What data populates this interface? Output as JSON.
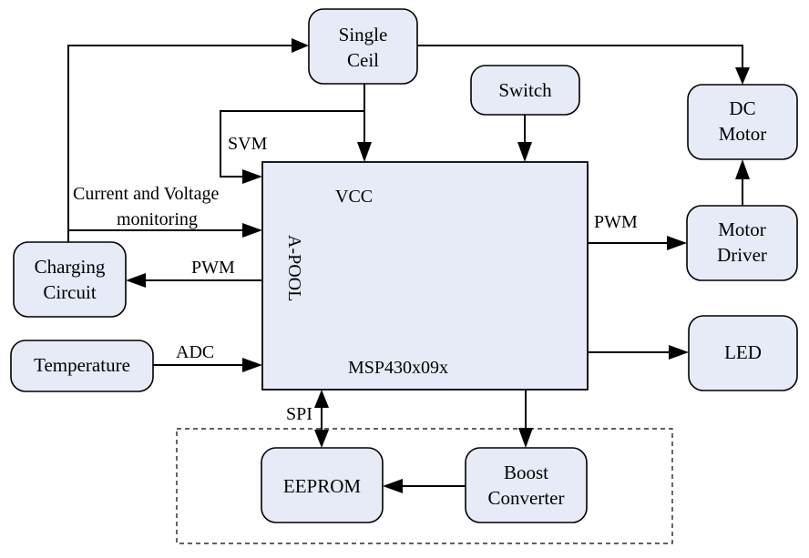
{
  "blocks": {
    "single_cell": [
      "Single",
      "Ceil"
    ],
    "switch": "Switch",
    "dc_motor": [
      "DC",
      "Motor"
    ],
    "motor_driver": [
      "Motor",
      "Driver"
    ],
    "charging_circuit": [
      "Charging",
      "Circuit"
    ],
    "temperature": "Temperature",
    "led": "LED",
    "eeprom": "EEPROM",
    "boost_converter": [
      "Boost",
      "Converter"
    ]
  },
  "mcu": {
    "vcc": "VCC",
    "apool": "A-POOL",
    "name": "MSP430x09x"
  },
  "labels": {
    "svm": "SVM",
    "monitoring_line1": "Current and Voltage",
    "monitoring_line2": "monitoring",
    "pwm_charging": "PWM",
    "pwm_motor": "PWM",
    "adc": "ADC",
    "spi": "SPI"
  }
}
